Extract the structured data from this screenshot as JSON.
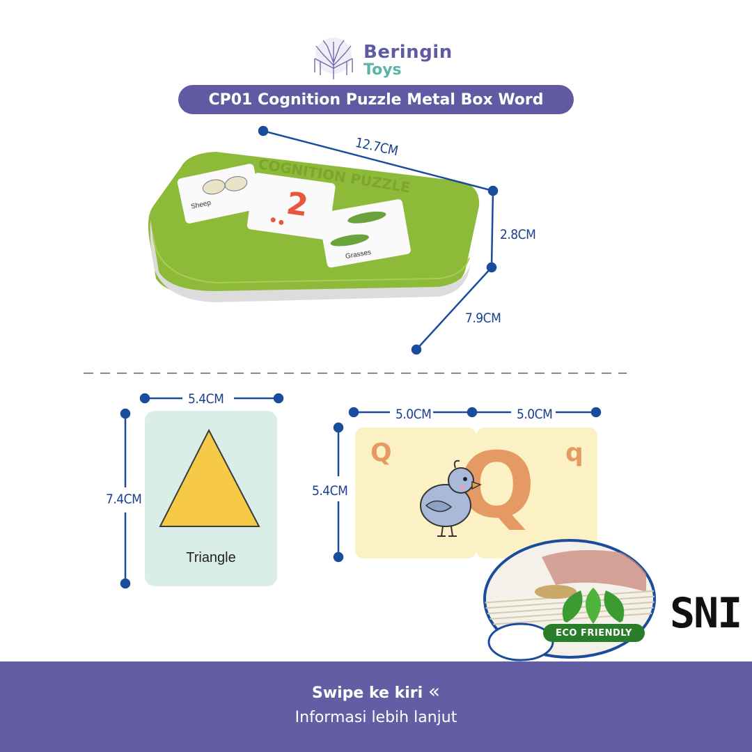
{
  "brand": {
    "name_line1": "Beringin",
    "name_line2": "Toys"
  },
  "product": {
    "title": "CP01 Cognition Puzzle Metal Box Word"
  },
  "box": {
    "lid_text": "COGNITION PUZZLE",
    "card_left_word": "Sheep",
    "card_middle_number": "2",
    "card_right_word": "Grasses"
  },
  "dimensions": {
    "box_length": "12.7CM",
    "box_height": "2.8CM",
    "box_width": "7.9CM",
    "shape_card_width": "5.4CM",
    "shape_card_height": "7.4CM",
    "letter_card_left_width": "5.0CM",
    "letter_card_right_width": "5.0CM",
    "letter_card_height": "5.4CM"
  },
  "shape_card": {
    "label": "Triangle"
  },
  "letter_card": {
    "upper_small": "Q",
    "lower_small": "q",
    "big": "Q"
  },
  "badges": {
    "eco": "ECO FRIENDLY",
    "sni": "SNI"
  },
  "footer": {
    "swipe": "Swipe ke kiri",
    "swipe_icon": "«",
    "info": "Informasi lebih lanjut"
  },
  "colors": {
    "brand_purple": "#5f5aa2",
    "brand_teal": "#5ab5a8",
    "box_green": "#8fbc3a",
    "dimension_blue": "#1a3f8a",
    "footer_purple": "#635ea3"
  }
}
